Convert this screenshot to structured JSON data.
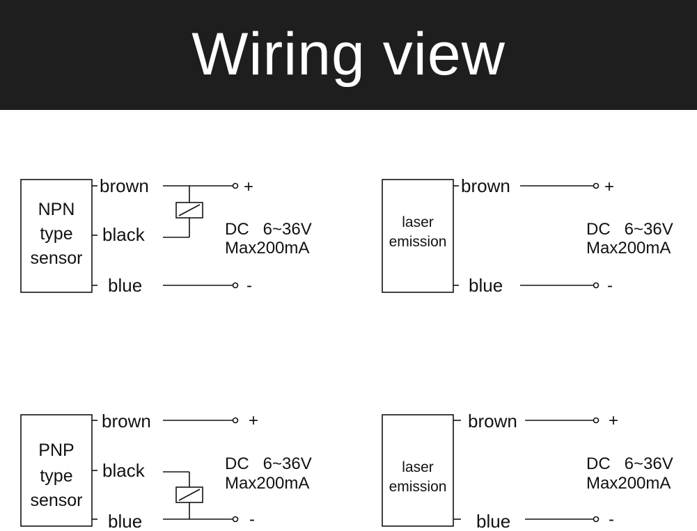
{
  "header": {
    "title": "Wiring view"
  },
  "diagrams": [
    {
      "box_lines": [
        "NPN",
        "type",
        "sensor"
      ],
      "wires": [
        "brown",
        "black",
        "blue"
      ],
      "terminals": [
        "+",
        "-"
      ],
      "spec": [
        "DC   6~36V",
        "Max200mA"
      ]
    },
    {
      "box_lines": [
        "laser",
        "emission"
      ],
      "wires": [
        "brown",
        "blue"
      ],
      "terminals": [
        "+",
        "-"
      ],
      "spec": [
        "DC   6~36V",
        "Max200mA"
      ]
    },
    {
      "box_lines": [
        "PNP",
        "type",
        "sensor"
      ],
      "wires": [
        "brown",
        "black",
        "blue"
      ],
      "terminals": [
        "+",
        "-"
      ],
      "spec": [
        "DC   6~36V",
        "Max200mA"
      ]
    },
    {
      "box_lines": [
        "laser",
        "emission"
      ],
      "wires": [
        "brown",
        "blue"
      ],
      "terminals": [
        "+",
        "-"
      ],
      "spec": [
        "DC   6~36V",
        "Max200mA"
      ]
    }
  ]
}
